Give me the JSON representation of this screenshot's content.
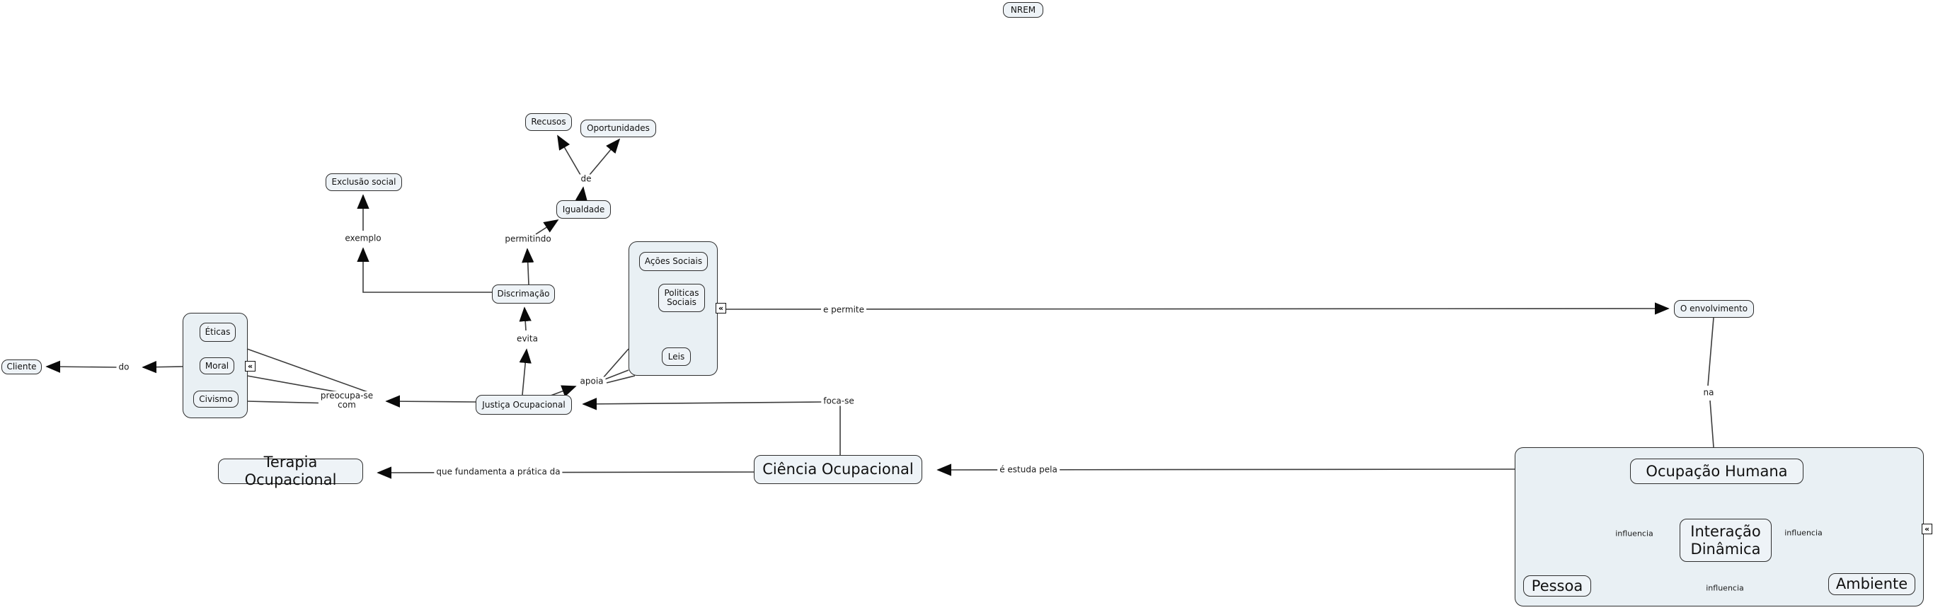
{
  "canvas": {
    "background": "#ffffff",
    "node_fill": "#eef3f7",
    "group_fill": "#e9f0f4",
    "node_border": "#2e2e2e",
    "line_color": "#3c3c3c"
  },
  "nodes": {
    "nrem": "NREM",
    "recusos": "Recusos",
    "oportunidades": "Oportunidades",
    "igualdade": "Igualdade",
    "exclusao_social": "Exclusão social",
    "discrimacao": "Discrimação",
    "acoes_sociais": "Ações Sociais",
    "politicas_sociais": "Politicas\nSociais",
    "leis": "Leis",
    "eticas": "Éticas",
    "moral": "Moral",
    "civismo": "Civismo",
    "cliente": "Cliente",
    "justica_ocupacional": "Justiça Ocupacional",
    "terapia_ocupacional": "Terapia Ocupacional",
    "ciencia_ocupacional": "Ciência Ocupacional",
    "o_envolvimento": "O envolvimento",
    "ocupacao_humana": "Ocupação Humana",
    "interacao_dinamica": "Interação\nDinâmica",
    "pessoa": "Pessoa",
    "ambiente": "Ambiente"
  },
  "links": {
    "de": "de",
    "exemplo": "exemplo",
    "permitindo": "permitindo",
    "evita": "evita",
    "apoia": "apoia",
    "preocupa_se_com": "preocupa-se\ncom",
    "do": "do",
    "foca_se": "foca-se",
    "que_fundamenta": "que fundamenta a prática da",
    "e_estuda_pela": "é estuda pela",
    "e_permite": "e permite",
    "na": "na",
    "influencia_esquerda": "influencia",
    "influencia_direita": "influencia",
    "influencia_baixo": "influencia"
  },
  "icons": {
    "collapsed_links": "«"
  }
}
